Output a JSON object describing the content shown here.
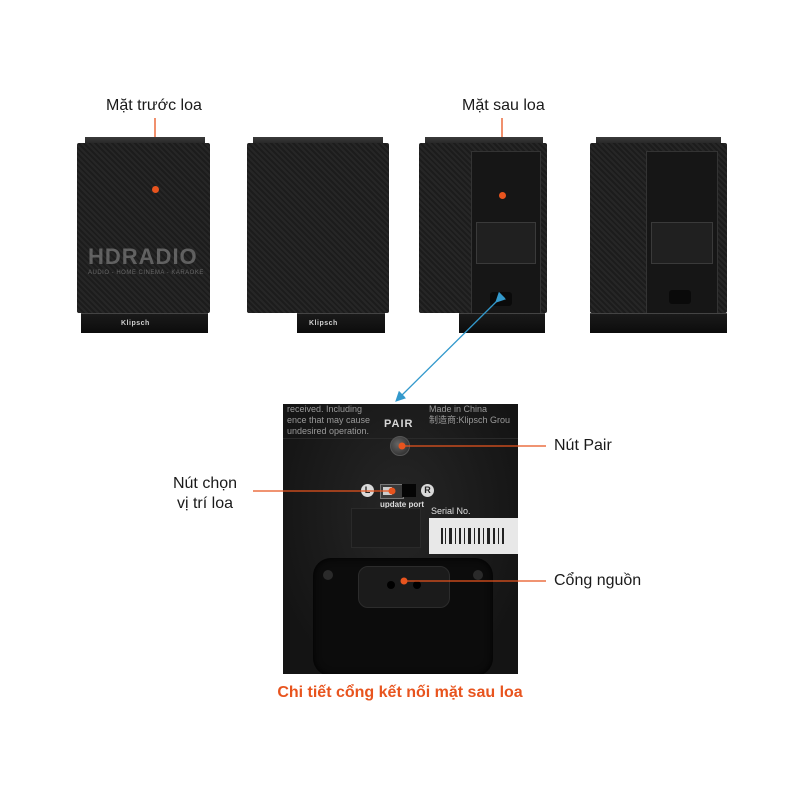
{
  "labels": {
    "front": "Mặt trước loa",
    "back": "Mặt sau loa",
    "pair_button": "Nút Pair",
    "position_button_line1": "Nút chọn",
    "position_button_line2": "vị trí loa",
    "power_port": "Cổng nguồn"
  },
  "caption": "Chi tiết cổng kết nối mặt sau loa",
  "watermark": {
    "main": "HDRADIO",
    "sub": "AUDIO - HOME CINEMA - KARAOKE"
  },
  "speaker_brand": "Klipsch",
  "zoom_detail": {
    "text_left_1": "received. Including",
    "text_left_2": "ence that may cause",
    "text_left_3": "undesired operation.",
    "text_right_1": "Made in China",
    "text_right_2": "制造商:Klipsch Grou",
    "pair": "PAIR",
    "left_switch": "L",
    "right_switch": "R",
    "update_port": "update port",
    "serial": "Serial No."
  },
  "colors": {
    "accent": "#e8541e",
    "callout_line": "#e8541e",
    "arrow": "#3399cc"
  }
}
